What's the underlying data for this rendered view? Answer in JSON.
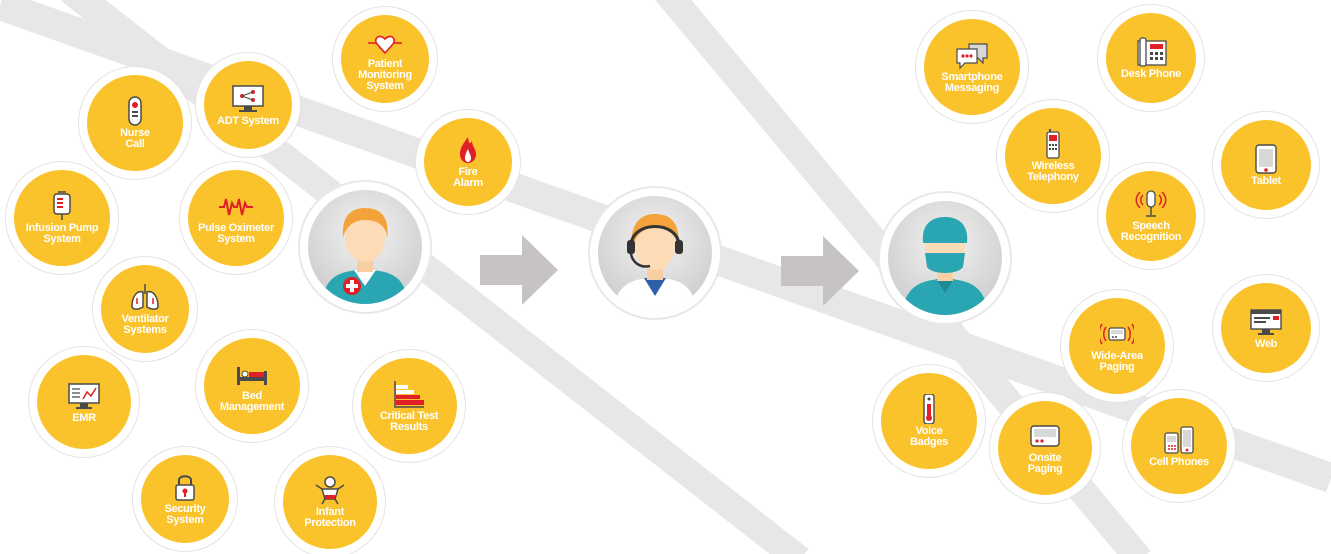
{
  "colors": {
    "accent": "#fac32c",
    "red": "#e01f26",
    "teal": "#2aa6b3",
    "band": "#e7e7e9",
    "arrow": "#c7c3c2",
    "icon": "#4a4a4a"
  },
  "inputs": [
    {
      "id": "nurse-call",
      "label": "Nurse\nCall",
      "icon": "nurse-call-icon"
    },
    {
      "id": "adt-system",
      "label": "ADT System",
      "icon": "adt-system-icon"
    },
    {
      "id": "patient-monitoring",
      "label": "Patient Monitoring\nSystem",
      "icon": "heartbeat-icon"
    },
    {
      "id": "fire-alarm",
      "label": "Fire\nAlarm",
      "icon": "flame-icon"
    },
    {
      "id": "infusion-pump",
      "label": "Infusion Pump\nSystem",
      "icon": "infusion-bag-icon"
    },
    {
      "id": "pulse-oximeter",
      "label": "Pulse Oximeter\nSystem",
      "icon": "pulse-wave-icon"
    },
    {
      "id": "ventilator",
      "label": "Ventilator\nSystems",
      "icon": "lungs-icon"
    },
    {
      "id": "emr",
      "label": "EMR",
      "icon": "monitor-chart-icon"
    },
    {
      "id": "bed-management",
      "label": "Bed\nManagement",
      "icon": "bed-icon"
    },
    {
      "id": "critical-test",
      "label": "Critical Test\nResults",
      "icon": "bars-icon"
    },
    {
      "id": "security-system",
      "label": "Security\nSystem",
      "icon": "padlock-icon"
    },
    {
      "id": "infant-protection",
      "label": "Infant\nProtection",
      "icon": "infant-icon"
    }
  ],
  "outputs": [
    {
      "id": "smartphone-messaging",
      "label": "Smartphone\nMessaging",
      "icon": "chat-bubbles-icon"
    },
    {
      "id": "desk-phone",
      "label": "Desk Phone",
      "icon": "desk-phone-icon"
    },
    {
      "id": "wireless-telephony",
      "label": "Wireless\nTelephony",
      "icon": "cordless-phone-icon"
    },
    {
      "id": "tablet",
      "label": "Tablet",
      "icon": "tablet-icon"
    },
    {
      "id": "speech-recognition",
      "label": "Speech\nRecognition",
      "icon": "microphone-icon"
    },
    {
      "id": "wide-area-paging",
      "label": "Wide-Area\nPaging",
      "icon": "broadcast-pager-icon"
    },
    {
      "id": "web",
      "label": "Web",
      "icon": "web-monitor-icon"
    },
    {
      "id": "voice-badges",
      "label": "Voice\nBadges",
      "icon": "badge-icon"
    },
    {
      "id": "onsite-paging",
      "label": "Onsite\nPaging",
      "icon": "pager-icon"
    },
    {
      "id": "cell-phones",
      "label": "Cell Phones",
      "icon": "cell-phones-icon"
    }
  ],
  "hubs": [
    {
      "id": "nurse",
      "icon": "nurse-avatar-icon"
    },
    {
      "id": "operator",
      "icon": "operator-headset-avatar-icon"
    },
    {
      "id": "surgeon",
      "icon": "surgeon-avatar-icon"
    }
  ]
}
